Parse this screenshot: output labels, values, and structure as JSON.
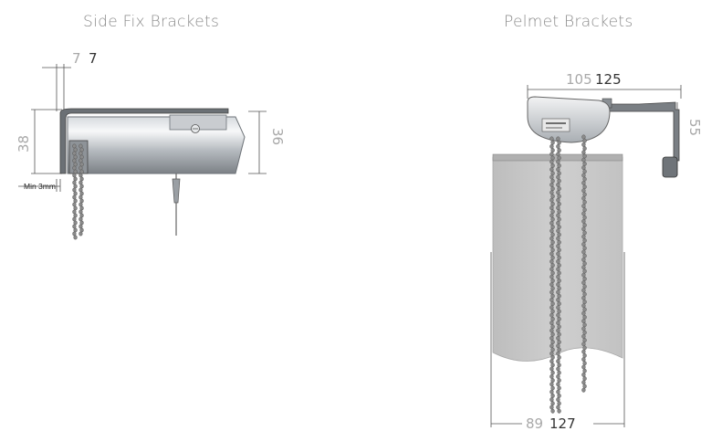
{
  "side_fix": {
    "title": "Side Fix Brackets",
    "dims": {
      "top_light": "7",
      "top_dark": "7",
      "left_height": "38",
      "right_height": "36",
      "min_clearance": "Min 3mm"
    }
  },
  "pelmet": {
    "title": "Pelmet Brackets",
    "dims": {
      "width_light": "105",
      "width_dark": "125",
      "height": "55",
      "bottom_light": "89",
      "bottom_dark": "127"
    }
  },
  "colors": {
    "steel": "#b8bec4",
    "fabric": "#c9c9c9",
    "chain": "#8b8b8b"
  }
}
